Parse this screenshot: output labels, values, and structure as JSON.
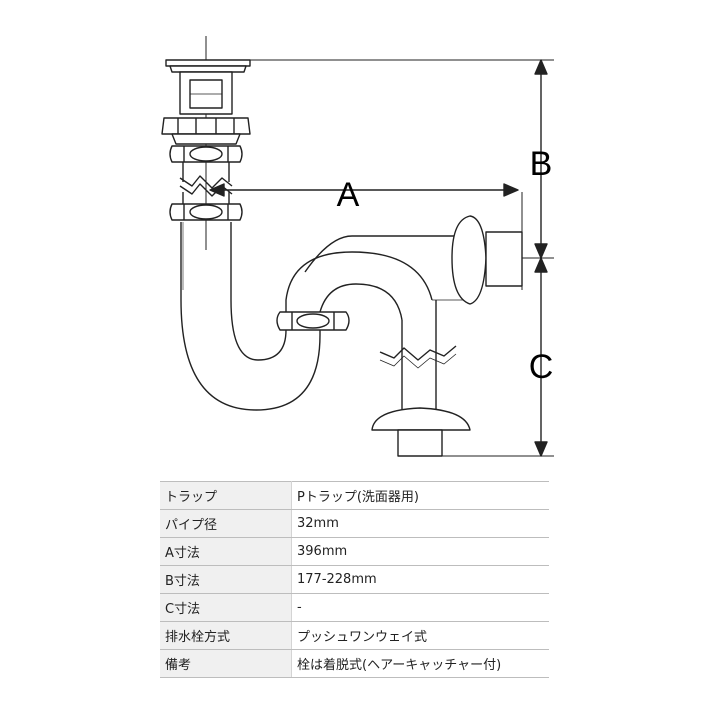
{
  "diagram": {
    "labels": {
      "a": "A",
      "b": "B",
      "c": "C"
    }
  },
  "spec_table": {
    "rows": [
      {
        "key": "トラップ",
        "value": "Pトラップ(洗面器用)"
      },
      {
        "key": "パイプ径",
        "value": "32mm"
      },
      {
        "key": "A寸法",
        "value": "396mm"
      },
      {
        "key": "B寸法",
        "value": "177-228mm"
      },
      {
        "key": "C寸法",
        "value": "-"
      },
      {
        "key": "排水栓方式",
        "value": "プッシュワンウェイ式"
      },
      {
        "key": "備考",
        "value": "栓は着脱式(ヘアーキャッチャー付)"
      }
    ]
  }
}
